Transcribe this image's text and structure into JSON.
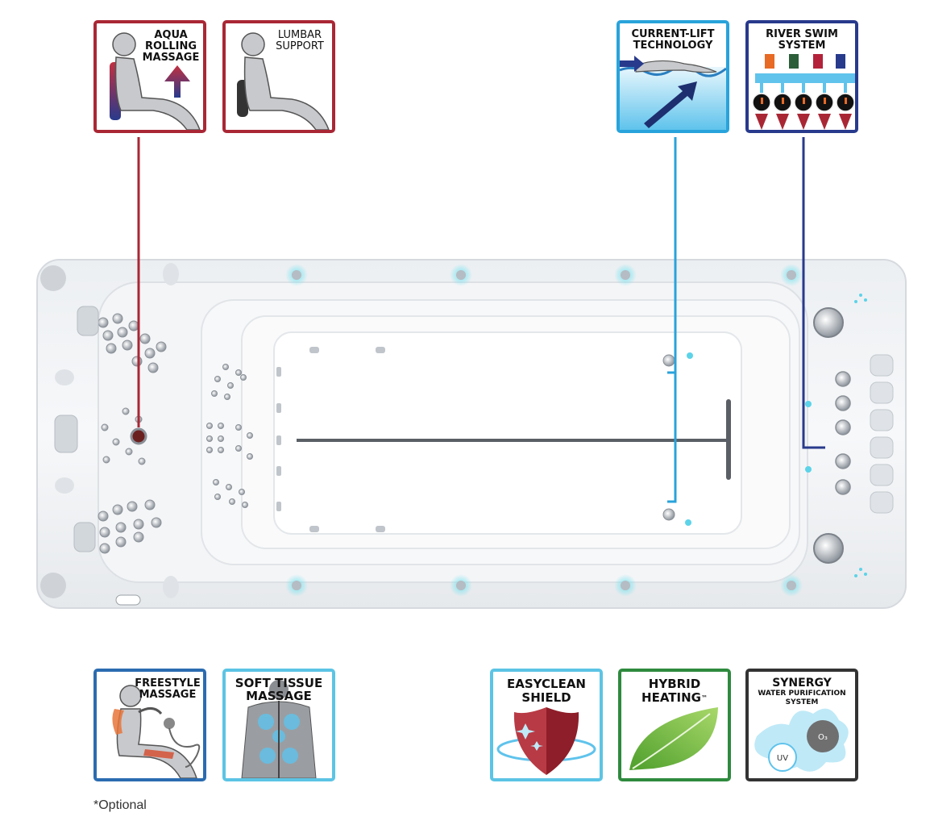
{
  "colors": {
    "aqua_red": "#a92735",
    "lumbar_red": "#a92735",
    "current_blue": "#29a3db",
    "river_navy": "#283a8c",
    "freestyle_blue": "#2b6cb0",
    "soft_tissue_cyan": "#5cc4e4",
    "easyclean_cyan": "#5cc4e4",
    "hybrid_green": "#2e8a3e",
    "synergy_dark": "#333333",
    "jet_glow": "#6fe3f0"
  },
  "badges": {
    "aqua": {
      "title": "AQUA\nROLLING\nMASSAGE",
      "icon": "seated-figure-up-arrow-icon"
    },
    "lumbar": {
      "title": "LUMBAR\nSUPPORT",
      "icon": "seated-figure-lumbar-icon"
    },
    "current": {
      "title": "CURRENT-LIFT\nTECHNOLOGY",
      "icon": "swimmer-current-icon"
    },
    "river": {
      "title": "RIVER SWIM\nSYSTEM",
      "icon": "swim-jets-icon"
    },
    "freestyle": {
      "title": "FREESTYLE\nMASSAGE",
      "icon": "seated-figure-handheld-jet-icon"
    },
    "softtissue": {
      "title": "SOFT TISSUE\nMASSAGE",
      "icon": "back-massage-icon"
    },
    "easyclean": {
      "title": "EASYCLEAN\nSHIELD",
      "icon": "shield-icon"
    },
    "hybrid": {
      "title": "HYBRID\nHEATING",
      "tm": "™",
      "icon": "leaf-icon"
    },
    "synergy": {
      "title": "SYNERGY",
      "subtitle": "WATER PURIFICATION\nSYSTEM",
      "icon": "water-splash-icon",
      "uv": "UV",
      "o3": "O₃"
    }
  },
  "footnote": "*Optional"
}
